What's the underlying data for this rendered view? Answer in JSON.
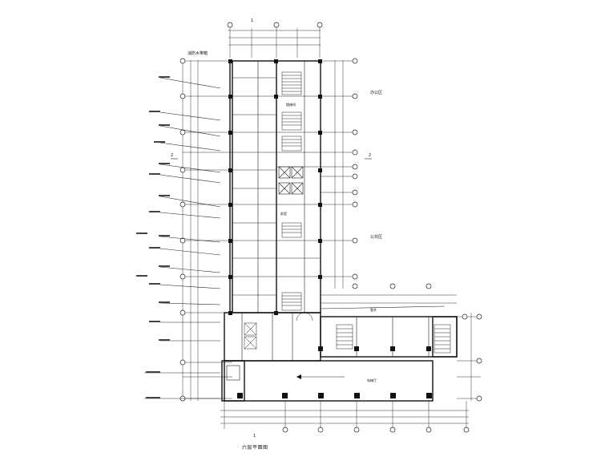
{
  "drawing": {
    "sheet_title": "六层平面图",
    "section_marks": [
      "1",
      "2",
      "2",
      "1"
    ],
    "notes": [
      "消防水带箱",
      "办公区",
      "公共区"
    ],
    "annotations": [
      "楼梯间",
      "前室",
      "电梯厅",
      "管井"
    ]
  }
}
